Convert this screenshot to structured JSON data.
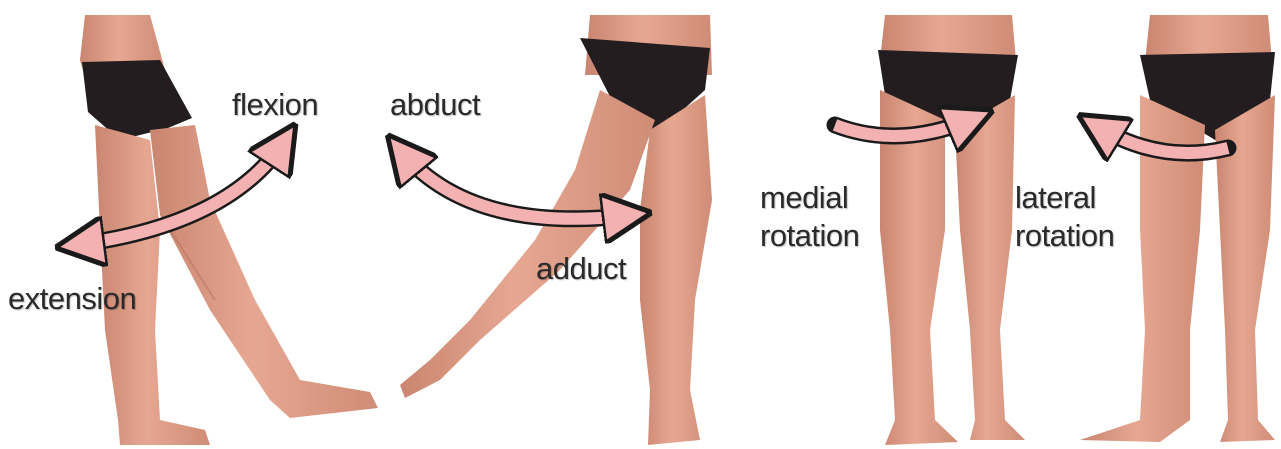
{
  "colors": {
    "skin": "#e2a08a",
    "skin_shadow": "#c47b66",
    "underwear": "#231d1f",
    "arrow_fill": "#f4b1b1",
    "arrow_outline": "#1a1a1a",
    "label": "#2a2a2a",
    "background": "#ffffff"
  },
  "labels": {
    "flexion": "flexion",
    "extension": "extension",
    "abduct": "abduct",
    "adduct": "adduct",
    "medial_line1": "medial",
    "medial_line2": "rotation",
    "lateral_line1": "lateral",
    "lateral_line2": "rotation"
  },
  "icons": {
    "figure1": "leg-side-view-icon",
    "figure2": "leg-abduction-icon",
    "figure3": "legs-front-medial-icon",
    "figure4": "legs-front-lateral-icon"
  }
}
